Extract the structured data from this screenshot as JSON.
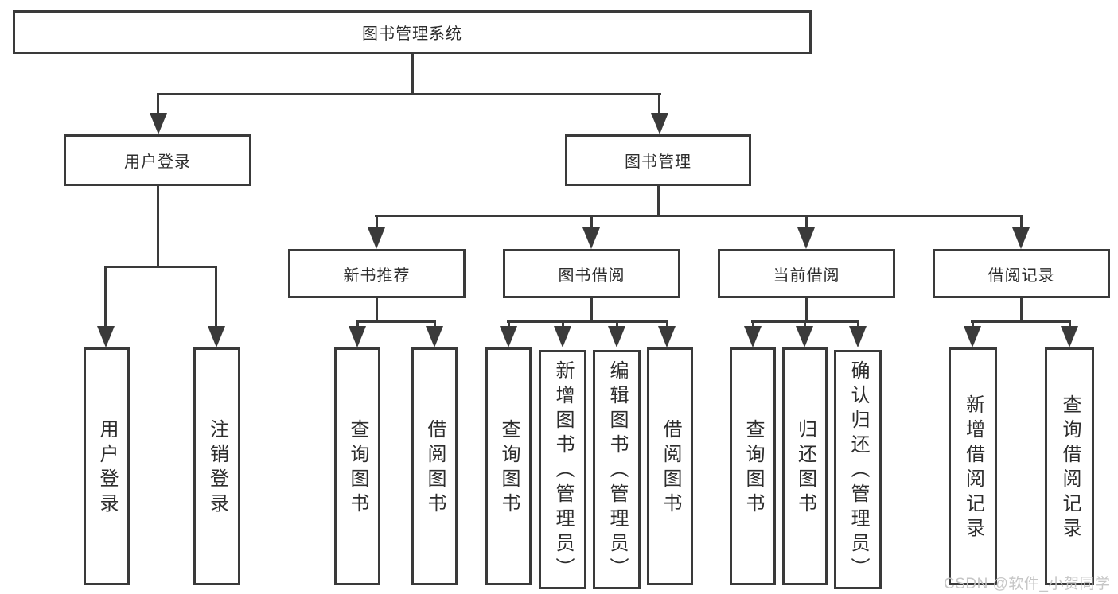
{
  "diagram": {
    "title": "图书管理系统",
    "root": {
      "label": "图书管理系统"
    },
    "branches": [
      {
        "label": "用户登录",
        "children": [
          {
            "label": "用户登录"
          },
          {
            "label": "注销登录"
          }
        ]
      },
      {
        "label": "图书管理",
        "children": [
          {
            "label": "新书推荐",
            "children": [
              {
                "label": "查询图书"
              },
              {
                "label": "借阅图书"
              }
            ]
          },
          {
            "label": "图书借阅",
            "children": [
              {
                "label": "查询图书"
              },
              {
                "label": "新增图书（管理员）"
              },
              {
                "label": "编辑图书（管理员）"
              },
              {
                "label": "借阅图书"
              }
            ]
          },
          {
            "label": "当前借阅",
            "children": [
              {
                "label": "查询图书"
              },
              {
                "label": "归还图书"
              },
              {
                "label": "确认归还（管理员）"
              }
            ]
          },
          {
            "label": "借阅记录",
            "children": [
              {
                "label": "新增借阅记录"
              },
              {
                "label": "查询借阅记录"
              }
            ]
          }
        ]
      }
    ]
  },
  "watermark": {
    "text": "CSDN @软件_小贺同学"
  },
  "colors": {
    "line": "#3a3a3a",
    "text": "#2d2d2d",
    "background": "#ffffff",
    "watermark": "#c3c3c3"
  }
}
